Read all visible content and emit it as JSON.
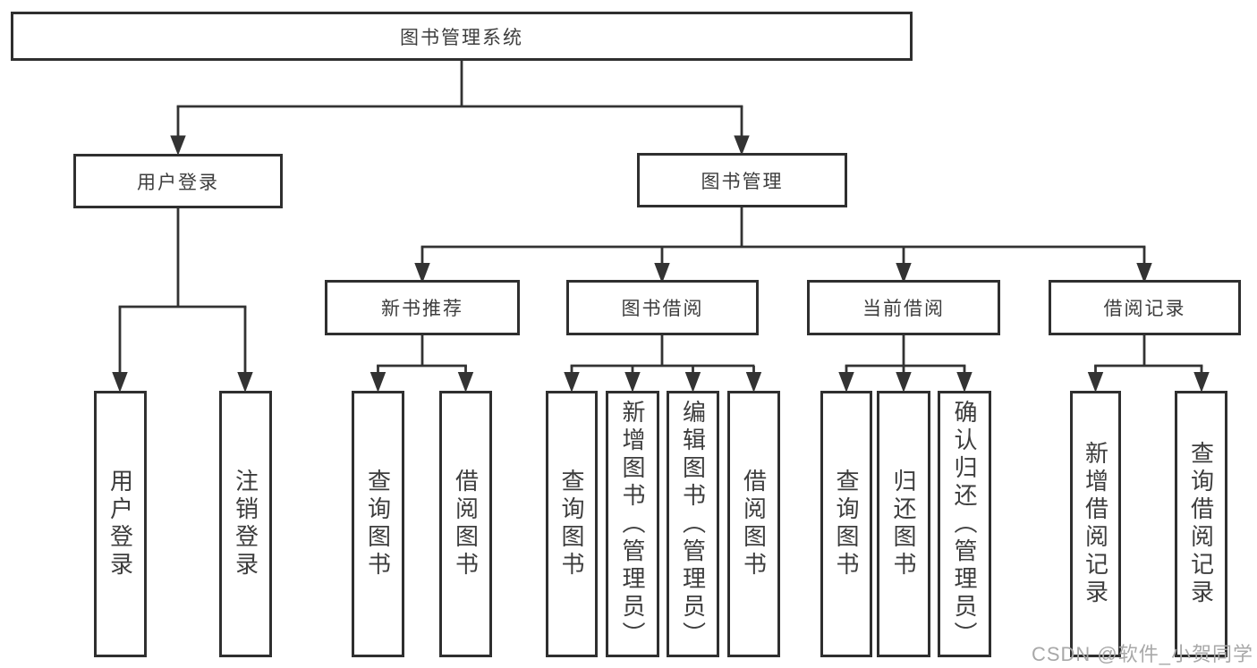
{
  "nodes": {
    "root": {
      "label": "图书管理系统"
    },
    "user_login": {
      "label": "用户登录"
    },
    "book_mgmt": {
      "label": "图书管理"
    },
    "new_book_rec": {
      "label": "新书推荐"
    },
    "book_borrow": {
      "label": "图书借阅"
    },
    "current_borrow": {
      "label": "当前借阅"
    },
    "borrow_records": {
      "label": "借阅记录"
    },
    "leaf_user_login": {
      "label": "用户登录"
    },
    "leaf_logout": {
      "label": "注销登录"
    },
    "leaf_nbr_query": {
      "label": "查询图书"
    },
    "leaf_nbr_borrow": {
      "label": "借阅图书"
    },
    "leaf_bb_query": {
      "label": "查询图书"
    },
    "leaf_bb_add": {
      "label": "新增图书（管理员）"
    },
    "leaf_bb_edit": {
      "label": "编辑图书（管理员）"
    },
    "leaf_bb_borrow": {
      "label": "借阅图书"
    },
    "leaf_cb_query": {
      "label": "查询图书"
    },
    "leaf_cb_return": {
      "label": "归还图书"
    },
    "leaf_cb_confirm": {
      "label": "确认归还（管理员）"
    },
    "leaf_br_add": {
      "label": "新增借阅记录"
    },
    "leaf_br_query": {
      "label": "查询借阅记录"
    }
  },
  "watermark": "CSDN @软件_小贺同学",
  "colors": {
    "line": "#333333",
    "box_border": "#2f2f2f",
    "text": "#3d3d3d",
    "watermark": "#a8a8a8",
    "background": "#ffffff"
  }
}
